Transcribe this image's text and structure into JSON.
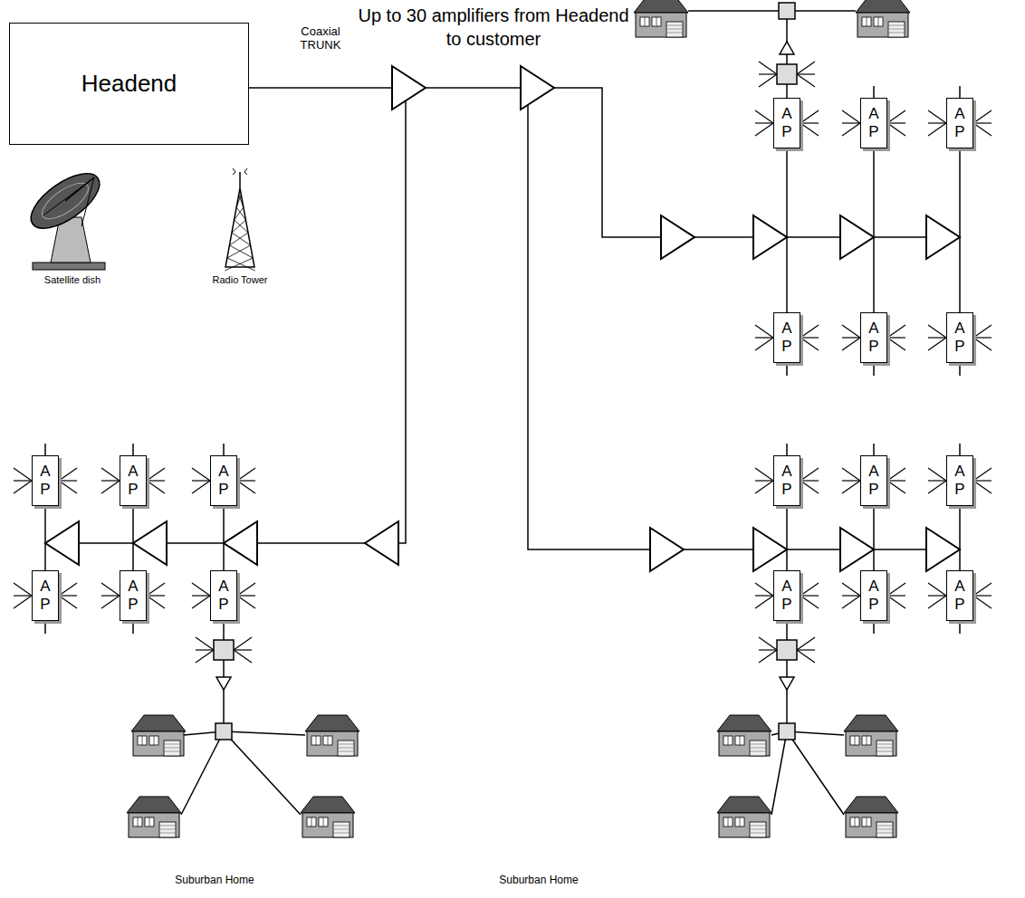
{
  "diagram": {
    "title": "Up to 30 amplifiers from Headend to customer",
    "nodes": [
      {
        "text": [
          "Headend"
        ]
      },
      {
        "text": [
          "A P"
        ]
      },
      {
        "text": [
          "A P"
        ]
      },
      {
        "text": [
          "A P"
        ]
      },
      {
        "text": [
          "A P"
        ]
      },
      {
        "text": [
          "A P"
        ]
      },
      {
        "text": [
          "A P"
        ]
      },
      {
        "text": [
          "A P"
        ]
      },
      {
        "text": [
          "A P"
        ]
      },
      {
        "text": [
          "A P"
        ]
      },
      {
        "text": [
          "A P"
        ]
      },
      {
        "text": [
          "A P"
        ]
      },
      {
        "text": [
          "A P"
        ]
      },
      {
        "text": [
          "A P"
        ]
      },
      {
        "text": [
          "A P"
        ]
      },
      {
        "text": [
          "A P"
        ]
      },
      {
        "text": [
          "A P"
        ]
      },
      {
        "text": [
          "A P"
        ]
      },
      {
        "text": [
          "A P"
        ]
      }
    ],
    "labels": [
      "Coaxial TRUNK",
      "Satellite dish",
      "Radio Tower",
      "Suburban Home",
      "Suburban Home"
    ]
  }
}
